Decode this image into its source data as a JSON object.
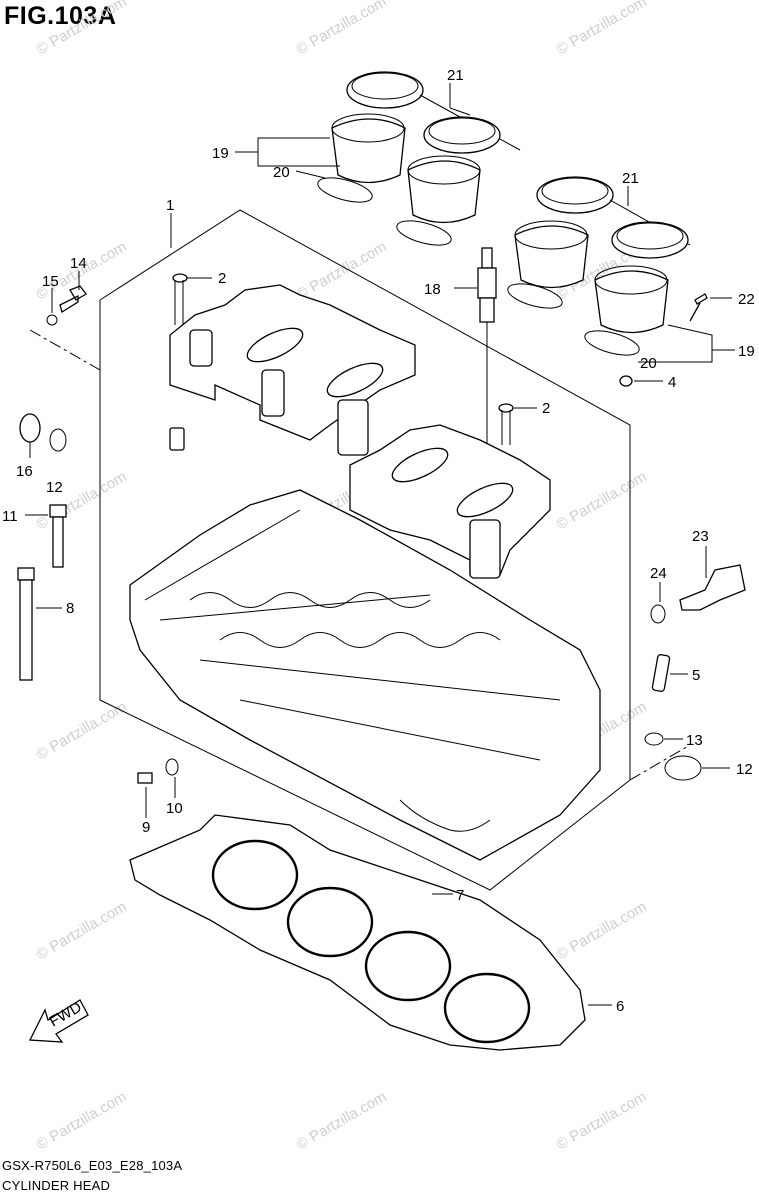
{
  "figure": {
    "title": "FIG.103A",
    "footer_code": "GSX-R750L6_E03_E28_103A",
    "footer_title": "CYLINDER HEAD",
    "watermark": "© Partzilla.com",
    "fwd_label": "FWD"
  },
  "callouts": {
    "c1": "1",
    "c2a": "2",
    "c2b": "2",
    "c4": "4",
    "c5": "5",
    "c6": "6",
    "c7": "7",
    "c8": "8",
    "c9": "9",
    "c10": "10",
    "c11": "11",
    "c12": "12",
    "c12b": "12",
    "c13": "13",
    "c14": "14",
    "c15": "15",
    "c16": "16",
    "c18": "18",
    "c19a": "19",
    "c19b": "19",
    "c20a": "20",
    "c20b": "20",
    "c21a": "21",
    "c21b": "21",
    "c22": "22",
    "c23": "23",
    "c24": "24"
  },
  "colors": {
    "line": "#000000",
    "watermark": "#cfcfcf",
    "background": "#ffffff"
  }
}
